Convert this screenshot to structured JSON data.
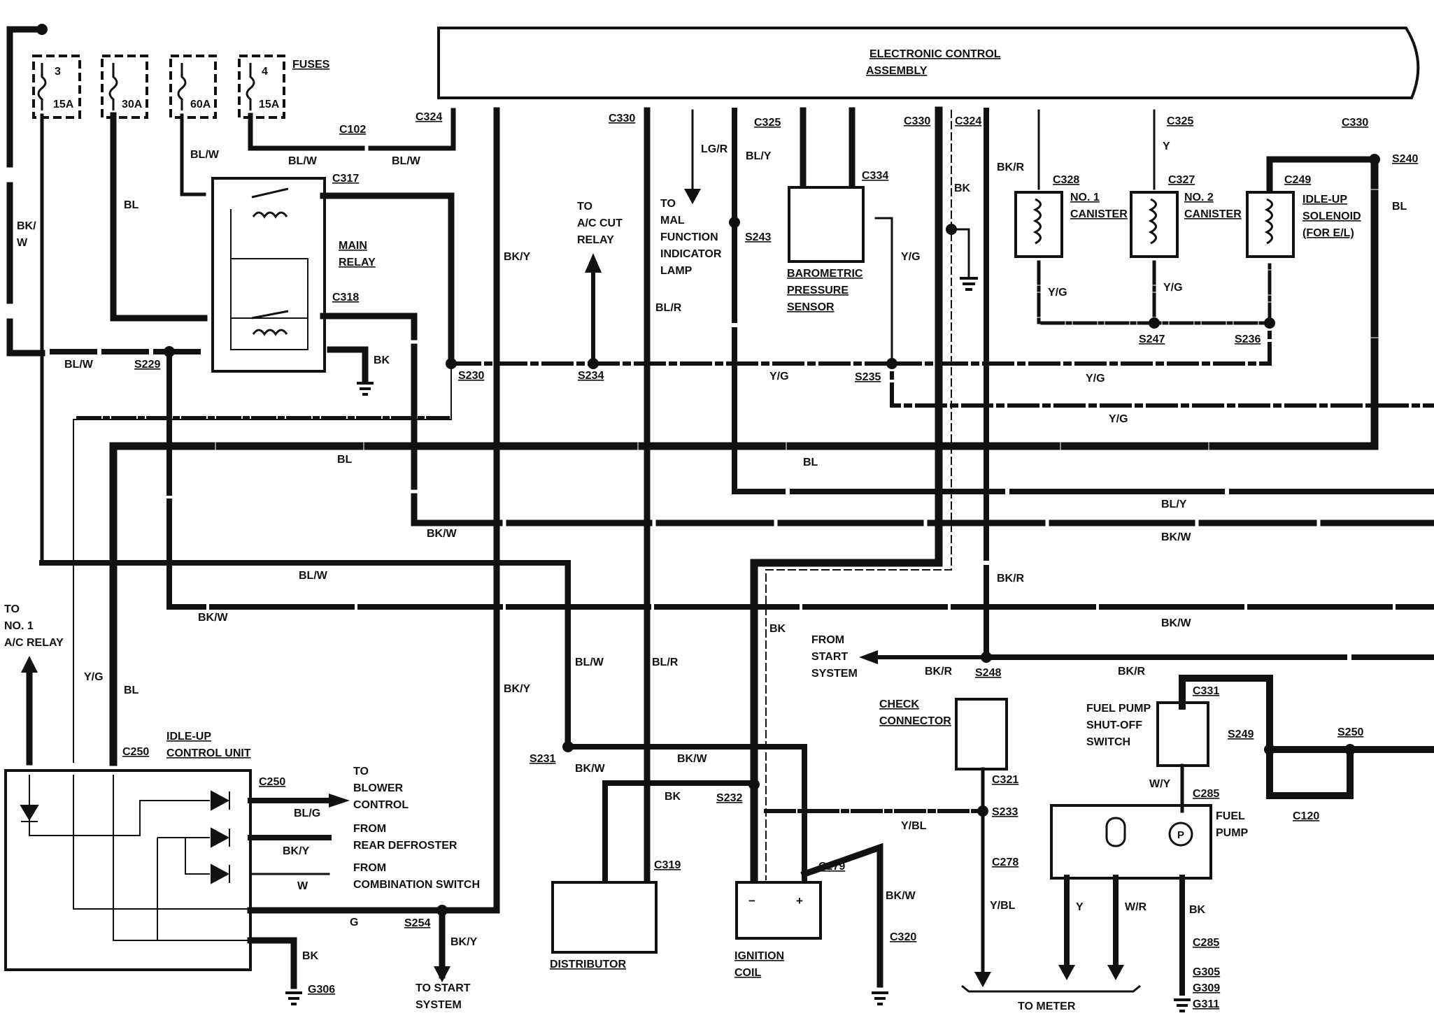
{
  "ecu": {
    "label1": "ELECTRONIC CONTROL",
    "label2": "ASSEMBLY"
  },
  "fuses": {
    "title": "FUSES",
    "items": [
      {
        "number": "3",
        "rating": "15A"
      },
      {
        "number": "",
        "rating": "30A"
      },
      {
        "number": "",
        "rating": "60A"
      },
      {
        "number": "4",
        "rating": "15A"
      }
    ]
  },
  "main_relay": {
    "label1": "MAIN",
    "label2": "RELAY"
  },
  "connectors": {
    "c102": "C102",
    "c324a": "C324",
    "c330a": "C330",
    "c325a": "C325",
    "c334": "C334",
    "c330b": "C330",
    "c324b": "C324",
    "c325b": "C325",
    "c330c": "C330",
    "c317": "C317",
    "c318": "C318",
    "c328": "C328",
    "c327": "C327",
    "c249": "C249",
    "c250a": "C250",
    "c250b": "C250",
    "c319": "C319",
    "c279": "C279",
    "c320": "C320",
    "c321": "C321",
    "c278": "C278",
    "c331": "C331",
    "c285a": "C285",
    "c285b": "C285",
    "c120": "C120"
  },
  "splices": {
    "s229": "S229",
    "s230": "S230",
    "s234": "S234",
    "s235": "S235",
    "s243": "S243",
    "s247": "S247",
    "s236": "S236",
    "s240": "S240",
    "s248": "S248",
    "s231": "S231",
    "s232": "S232",
    "s233": "S233",
    "s249": "S249",
    "s250": "S250",
    "s254": "S254"
  },
  "grounds": {
    "g306": "G306",
    "g305": "G305",
    "g309": "G309",
    "g311": "G311"
  },
  "wire_colors": {
    "bl": "BL",
    "blw": "BL/W",
    "bkw": "BK/W",
    "bky": "BK/Y",
    "bk": "BK",
    "blr": "BL/R",
    "lgr": "LG/R",
    "bly": "BL/Y",
    "yg": "Y/G",
    "y": "Y",
    "bkr": "BK/R",
    "blg": "BL/G",
    "w": "W",
    "g": "G",
    "ybl": "Y/BL",
    "wy": "W/Y",
    "wr": "W/R",
    "bkw_split1": "BK/",
    "bkw_split2": "W"
  },
  "components": {
    "to_ac_cut_relay": [
      "TO",
      "A/C CUT",
      "RELAY"
    ],
    "to_malfunction_lamp": [
      "TO",
      "MAL",
      "FUNCTION",
      "INDICATOR",
      "LAMP"
    ],
    "barometric_sensor": [
      "BAROMETRIC",
      "PRESSURE",
      "SENSOR"
    ],
    "no1_canister": [
      "NO. 1",
      "CANISTER"
    ],
    "no2_canister": [
      "NO. 2",
      "CANISTER"
    ],
    "idle_up_solenoid": [
      "IDLE-UP",
      "SOLENOID",
      "(FOR E/L)"
    ],
    "to_no1_ac_relay": [
      "TO",
      "NO. 1",
      "A/C RELAY"
    ],
    "idle_up_control_unit": [
      "IDLE-UP",
      "CONTROL UNIT"
    ],
    "to_blower_control": [
      "TO",
      "BLOWER",
      "CONTROL"
    ],
    "from_rear_defroster": [
      "FROM",
      "REAR DEFROSTER"
    ],
    "from_combination_switch": [
      "FROM",
      "COMBINATION SWITCH"
    ],
    "to_start_system": [
      "TO START",
      "SYSTEM"
    ],
    "from_start_system": [
      "FROM",
      "START",
      "SYSTEM"
    ],
    "check_connector": [
      "CHECK",
      "CONNECTOR"
    ],
    "fuel_pump_shutoff_switch": [
      "FUEL PUMP",
      "SHUT-OFF",
      "SWITCH"
    ],
    "fuel_pump": [
      "FUEL",
      "PUMP"
    ],
    "fuel_pump_symbol": "P",
    "distributor": "DISTRIBUTOR",
    "ignition_coil": [
      "IGNITION",
      "COIL"
    ],
    "coil_minus": "−",
    "coil_plus": "+",
    "to_meter": "TO METER"
  }
}
